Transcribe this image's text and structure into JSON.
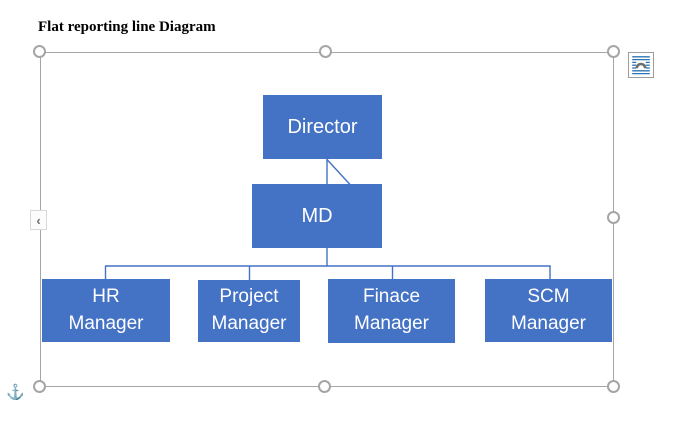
{
  "document": {
    "heading": "Flat reporting line Diagram"
  },
  "diagram": {
    "type": "org-chart",
    "nodes": {
      "director": {
        "lines": [
          "Director"
        ]
      },
      "md": {
        "lines": [
          "MD"
        ]
      },
      "hr": {
        "lines": [
          "HR",
          "Manager"
        ]
      },
      "project": {
        "lines": [
          "Project",
          "Manager"
        ]
      },
      "finance": {
        "lines": [
          "Finace",
          "Manager"
        ]
      },
      "scm": {
        "lines": [
          "SCM",
          "Manager"
        ]
      }
    },
    "connections": [
      {
        "from": "Director",
        "to": "MD"
      },
      {
        "from": "MD",
        "to": "HR Manager"
      },
      {
        "from": "MD",
        "to": "Project Manager"
      },
      {
        "from": "MD",
        "to": "Finace Manager"
      },
      {
        "from": "MD",
        "to": "SCM Manager"
      }
    ]
  },
  "selection": {
    "text_pane_toggle_glyph": "‹",
    "handles": [
      "top-left",
      "top-center",
      "top-right",
      "right-center",
      "bottom-left",
      "bottom-center",
      "bottom-right"
    ]
  },
  "icons": {
    "anchor_glyph": "⚓",
    "layout_options": "layout-options-icon"
  },
  "colors": {
    "node_fill": "#4472C4",
    "node_text": "#ffffff",
    "connector": "#4472C4",
    "selection_frame": "#a6a6a6",
    "anchor": "#4a7ebb"
  }
}
